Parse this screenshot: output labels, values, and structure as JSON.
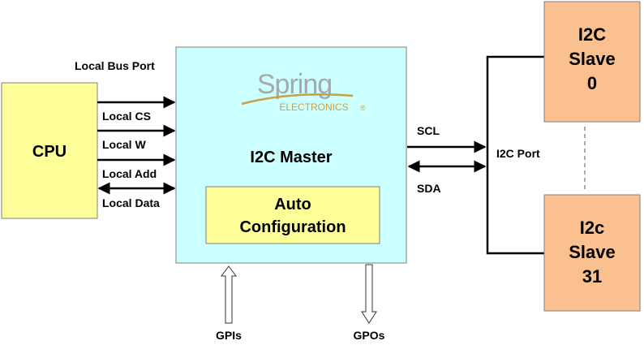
{
  "cpu": {
    "label": "CPU",
    "fill": "#ffff99"
  },
  "master": {
    "label": "I2C Master",
    "fill": "#ccffff"
  },
  "auto_config": {
    "line1": "Auto",
    "line2": "Configuration",
    "fill": "#ffff99"
  },
  "logo": {
    "word": "Spring",
    "sub": "ELECTRONICS",
    "mark": "®",
    "color": "#c8a048",
    "color_dark": "#8a8a8a"
  },
  "local_bus": {
    "port_label": "Local Bus Port",
    "signals": [
      "Local CS",
      "Local W",
      "Local Add",
      "Local Data"
    ]
  },
  "i2c_bus": {
    "scl": "SCL",
    "sda": "SDA",
    "port_label": "I2C Port"
  },
  "slaves": [
    {
      "line1": "I2C",
      "line2": "Slave",
      "line3": "0"
    },
    {
      "line1": "I2c",
      "line2": "Slave",
      "line3": "31"
    }
  ],
  "slave_fill": "#fac090",
  "gpi_label": "GPIs",
  "gpo_label": "GPOs"
}
